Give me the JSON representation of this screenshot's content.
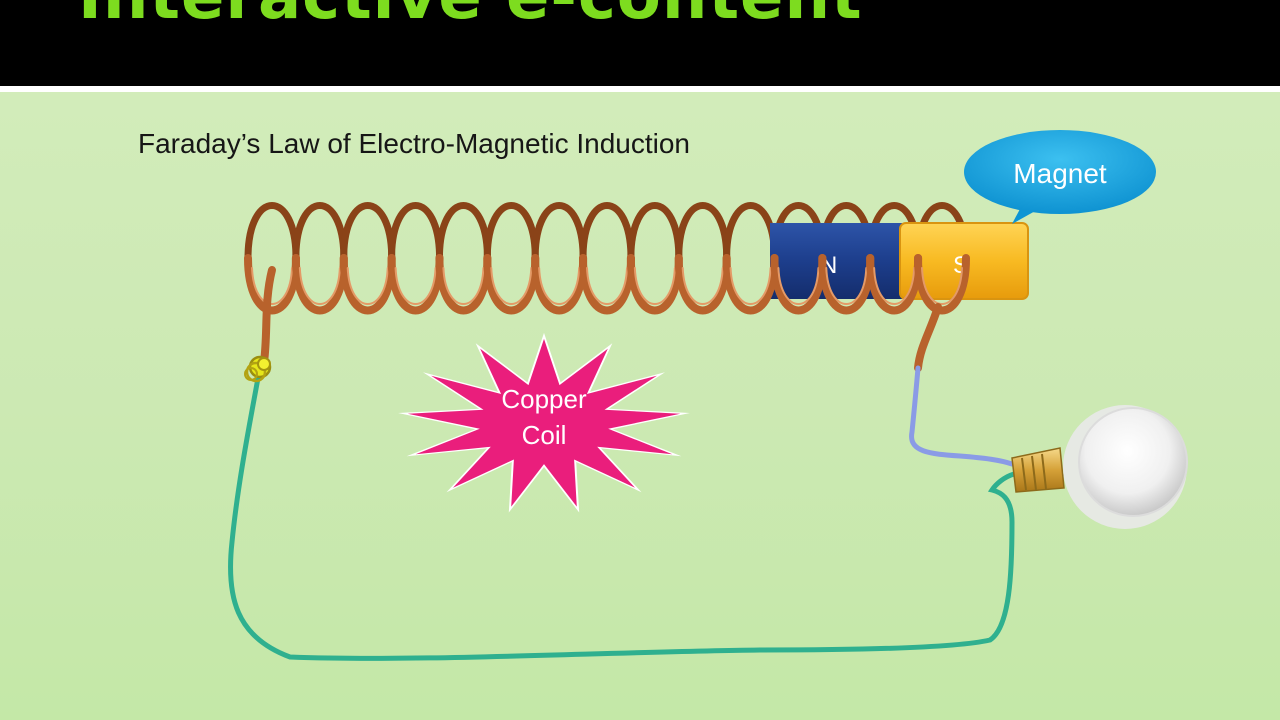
{
  "header": {
    "title": "Interactive e-content"
  },
  "slide": {
    "title": "Faraday’s  Law of Electro-Magnetic Induction",
    "magnet_callout": "Magnet",
    "magnet_n_label": "N",
    "magnet_s_label": "S",
    "coil_label_line1": "Copper",
    "coil_label_line2": "Coil"
  },
  "colors": {
    "header_text": "#7ddc1f",
    "slide_bg": "#cce9b3",
    "copper": "#b8622c",
    "magnet_n": "#1d3e8c",
    "magnet_s": "#f5b81c",
    "callout": "#12a7e3",
    "starburst": "#ea1e7c",
    "wire_teal": "#2fb08f",
    "wire_blue": "#8a9be6"
  }
}
